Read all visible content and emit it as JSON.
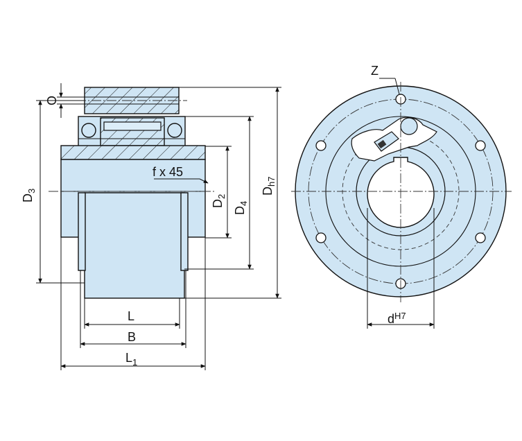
{
  "labels": {
    "D3": "D",
    "D3_sub": "3",
    "O": "O",
    "fx45": "f x 45",
    "D2": "D",
    "D2_sub": "2",
    "D4": "D",
    "D4_sub": "4",
    "Dh7": "D",
    "Dh7_sub": "h7",
    "L": "L",
    "B": "B",
    "L1": "L",
    "L1_sub": "1",
    "Z": "Z",
    "dH7": "d",
    "dH7_sup": "H7"
  },
  "colors": {
    "part_fill": "#cfe5f4",
    "line": "#111111"
  }
}
